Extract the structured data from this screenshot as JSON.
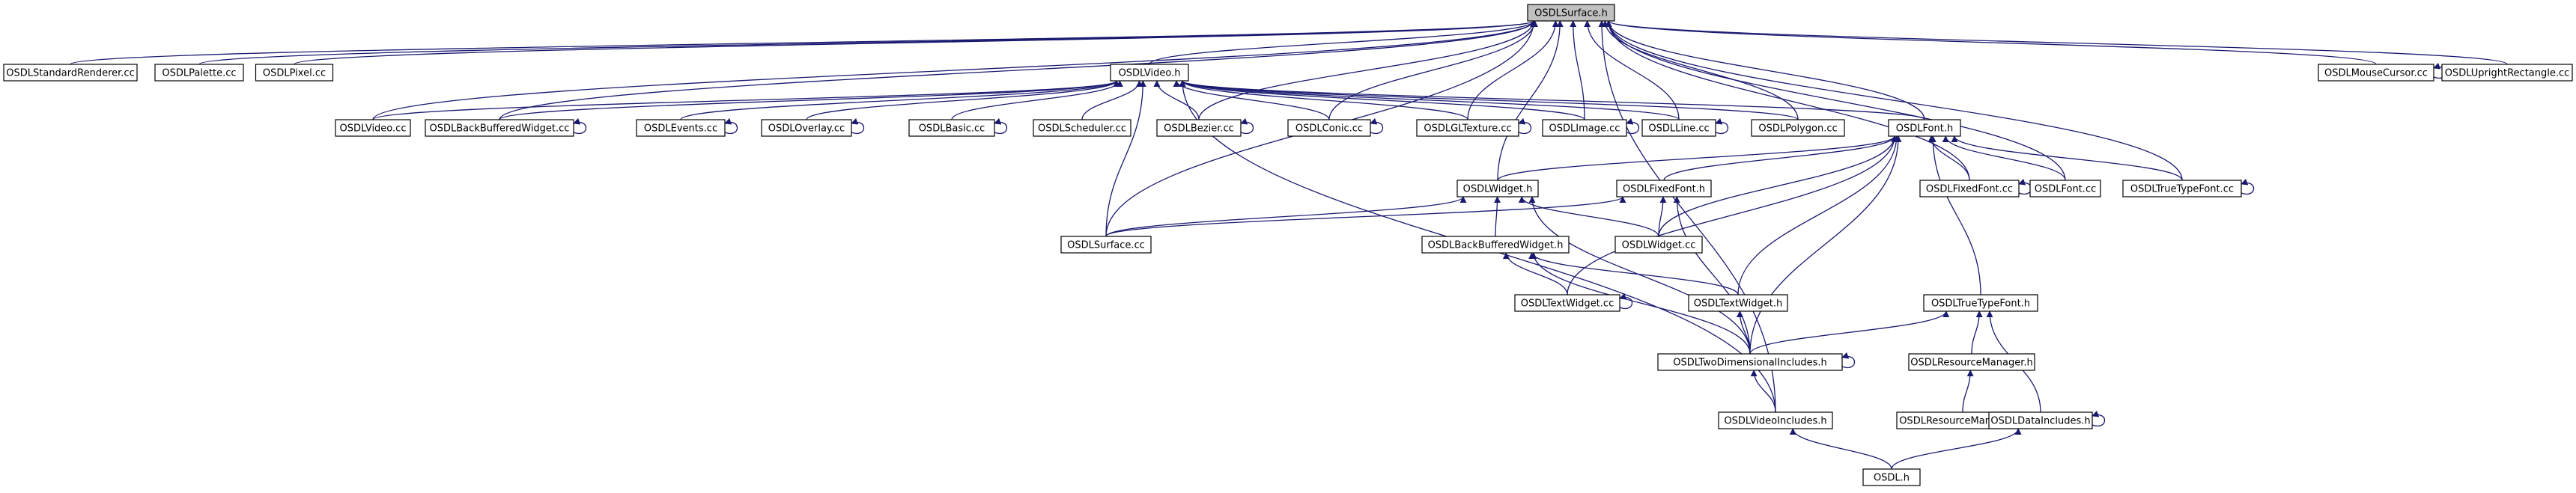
{
  "graph": {
    "root": "OSDLSurface.h",
    "colors": {
      "edge": "#191970",
      "root_fill": "#c0c0c0",
      "node_fill": "#ffffff",
      "node_border": "#000000"
    },
    "nodes": [
      {
        "id": "surface_h",
        "label": "OSDLSurface.h",
        "root": true
      },
      {
        "id": "stdrenderer_cc",
        "label": "OSDLStandardRenderer.cc"
      },
      {
        "id": "palette_cc",
        "label": "OSDLPalette.cc"
      },
      {
        "id": "pixel_cc",
        "label": "OSDLPixel.cc"
      },
      {
        "id": "video_h",
        "label": "OSDLVideo.h"
      },
      {
        "id": "mousecursor_cc",
        "label": "OSDLMouseCursor.cc"
      },
      {
        "id": "uprightrect_cc",
        "label": "OSDLUprightRectangle.cc"
      },
      {
        "id": "video_cc",
        "label": "OSDLVideo.cc"
      },
      {
        "id": "bbwidget_cc",
        "label": "OSDLBackBufferedWidget.cc"
      },
      {
        "id": "events_cc",
        "label": "OSDLEvents.cc"
      },
      {
        "id": "overlay_cc",
        "label": "OSDLOverlay.cc"
      },
      {
        "id": "basic_cc",
        "label": "OSDLBasic.cc"
      },
      {
        "id": "scheduler_cc",
        "label": "OSDLScheduler.cc"
      },
      {
        "id": "bezier_cc",
        "label": "OSDLBezier.cc"
      },
      {
        "id": "conic_cc",
        "label": "OSDLConic.cc"
      },
      {
        "id": "gltexture_cc",
        "label": "OSDLGLTexture.cc"
      },
      {
        "id": "image_cc",
        "label": "OSDLImage.cc"
      },
      {
        "id": "line_cc",
        "label": "OSDLLine.cc"
      },
      {
        "id": "polygon_cc",
        "label": "OSDLPolygon.cc"
      },
      {
        "id": "font_h",
        "label": "OSDLFont.h"
      },
      {
        "id": "widget_h",
        "label": "OSDLWidget.h"
      },
      {
        "id": "fixedfont_h",
        "label": "OSDLFixedFont.h"
      },
      {
        "id": "fixedfont_cc",
        "label": "OSDLFixedFont.cc"
      },
      {
        "id": "font_cc",
        "label": "OSDLFont.cc"
      },
      {
        "id": "ttfont_cc",
        "label": "OSDLTrueTypeFont.cc"
      },
      {
        "id": "surface_cc",
        "label": "OSDLSurface.cc"
      },
      {
        "id": "widget_cc",
        "label": "OSDLWidget.cc"
      },
      {
        "id": "bbwidget_h",
        "label": "OSDLBackBufferedWidget.h"
      },
      {
        "id": "textwidget_cc",
        "label": "OSDLTextWidget.cc"
      },
      {
        "id": "textwidget_h",
        "label": "OSDLTextWidget.h"
      },
      {
        "id": "ttfont_h",
        "label": "OSDLTrueTypeFont.h"
      },
      {
        "id": "twodim_h",
        "label": "OSDLTwoDimensionalIncludes.h"
      },
      {
        "id": "resmgr_h",
        "label": "OSDLResourceManager.h"
      },
      {
        "id": "resmgr_cc",
        "label": "OSDLResourceManager.cc"
      },
      {
        "id": "videoincl_h",
        "label": "OSDLVideoIncludes.h"
      },
      {
        "id": "dataincl_h",
        "label": "OSDLDataIncludes.h"
      },
      {
        "id": "osdl_h",
        "label": "OSDL.h"
      }
    ],
    "edges": [
      [
        "stdrenderer_cc",
        "surface_h"
      ],
      [
        "palette_cc",
        "surface_h"
      ],
      [
        "pixel_cc",
        "surface_h"
      ],
      [
        "video_h",
        "surface_h"
      ],
      [
        "mousecursor_cc",
        "surface_h"
      ],
      [
        "uprightrect_cc",
        "surface_h"
      ],
      [
        "video_cc",
        "surface_h"
      ],
      [
        "bbwidget_cc",
        "surface_h"
      ],
      [
        "bezier_cc",
        "surface_h"
      ],
      [
        "conic_cc",
        "surface_h"
      ],
      [
        "gltexture_cc",
        "surface_h"
      ],
      [
        "image_cc",
        "surface_h"
      ],
      [
        "line_cc",
        "surface_h"
      ],
      [
        "polygon_cc",
        "surface_h"
      ],
      [
        "font_h",
        "surface_h"
      ],
      [
        "widget_h",
        "surface_h"
      ],
      [
        "fixedfont_cc",
        "surface_h"
      ],
      [
        "font_cc",
        "surface_h"
      ],
      [
        "ttfont_cc",
        "surface_h"
      ],
      [
        "surface_cc",
        "surface_h"
      ],
      [
        "videoincl_h",
        "surface_h"
      ],
      [
        "video_cc",
        "video_h"
      ],
      [
        "bbwidget_cc",
        "video_h"
      ],
      [
        "events_cc",
        "video_h"
      ],
      [
        "overlay_cc",
        "video_h"
      ],
      [
        "basic_cc",
        "video_h"
      ],
      [
        "scheduler_cc",
        "video_h"
      ],
      [
        "bezier_cc",
        "video_h"
      ],
      [
        "conic_cc",
        "video_h"
      ],
      [
        "gltexture_cc",
        "video_h"
      ],
      [
        "image_cc",
        "video_h"
      ],
      [
        "line_cc",
        "video_h"
      ],
      [
        "polygon_cc",
        "video_h"
      ],
      [
        "surface_cc",
        "video_h"
      ],
      [
        "font_h",
        "video_h"
      ],
      [
        "videoincl_h",
        "video_h"
      ],
      [
        "widget_h",
        "font_h"
      ],
      [
        "fixedfont_h",
        "font_h"
      ],
      [
        "fixedfont_cc",
        "font_h"
      ],
      [
        "font_cc",
        "font_h"
      ],
      [
        "ttfont_cc",
        "font_h"
      ],
      [
        "ttfont_h",
        "font_h"
      ],
      [
        "widget_cc",
        "font_h"
      ],
      [
        "textwidget_cc",
        "font_h"
      ],
      [
        "textwidget_h",
        "font_h"
      ],
      [
        "twodim_h",
        "font_h"
      ],
      [
        "surface_cc",
        "widget_h"
      ],
      [
        "widget_cc",
        "widget_h"
      ],
      [
        "bbwidget_h",
        "widget_h"
      ],
      [
        "twodim_h",
        "widget_h"
      ],
      [
        "widget_cc",
        "fixedfont_h"
      ],
      [
        "surface_cc",
        "fixedfont_h"
      ],
      [
        "twodim_h",
        "fixedfont_h"
      ],
      [
        "textwidget_cc",
        "bbwidget_h"
      ],
      [
        "textwidget_h",
        "bbwidget_h"
      ],
      [
        "twodim_h",
        "bbwidget_h"
      ],
      [
        "twodim_h",
        "textwidget_h"
      ],
      [
        "twodim_h",
        "ttfont_h"
      ],
      [
        "resmgr_h",
        "ttfont_h"
      ],
      [
        "dataincl_h",
        "ttfont_h"
      ],
      [
        "resmgr_cc",
        "resmgr_h"
      ],
      [
        "videoincl_h",
        "twodim_h"
      ],
      [
        "osdl_h",
        "videoincl_h"
      ],
      [
        "osdl_h",
        "dataincl_h"
      ]
    ],
    "self_loops": [
      "mousecursor_cc",
      "bbwidget_cc",
      "events_cc",
      "overlay_cc",
      "basic_cc",
      "bezier_cc",
      "conic_cc",
      "gltexture_cc",
      "image_cc",
      "line_cc",
      "fixedfont_cc",
      "ttfont_cc",
      "textwidget_cc",
      "twodim_h",
      "dataincl_h"
    ]
  }
}
